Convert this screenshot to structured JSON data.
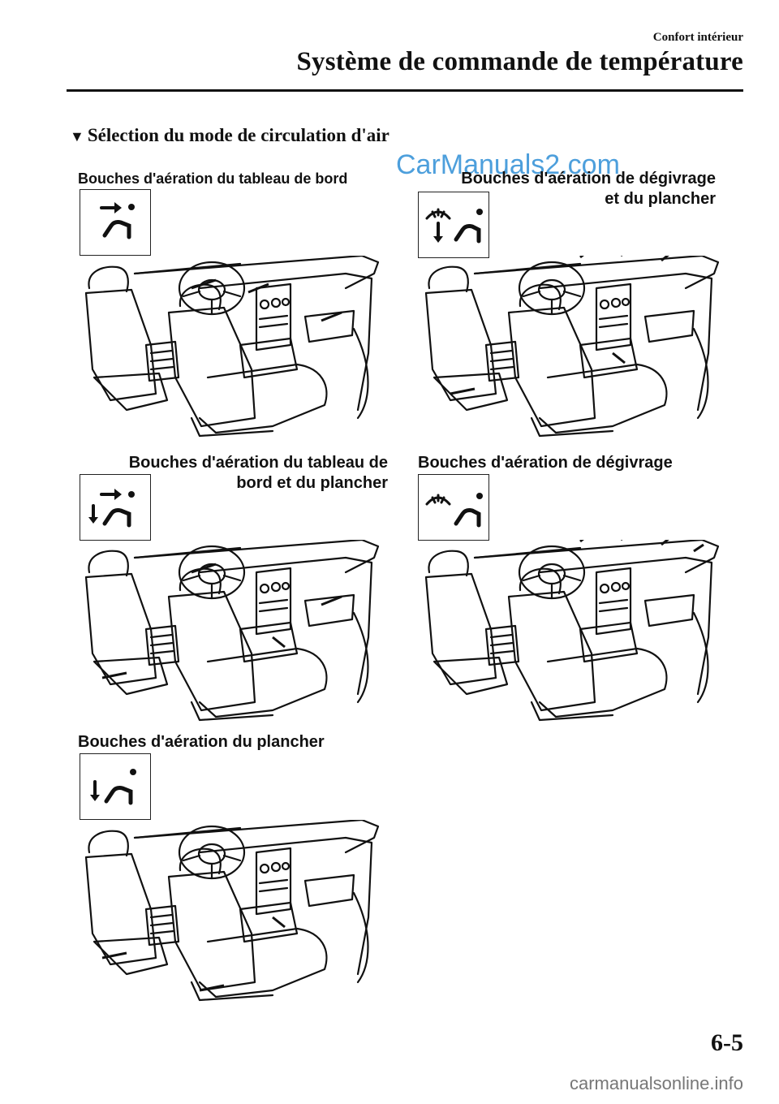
{
  "header": {
    "section": "Confort intérieur",
    "title": "Système de commande de température"
  },
  "heading": {
    "marker": "▼",
    "text": "Sélection du mode de circulation d'air"
  },
  "watermark": "CarManuals2.com",
  "modes": [
    {
      "label_lines": [
        "Bouches d'aération du tableau de bord"
      ],
      "icon": "vent-face-icon"
    },
    {
      "label_lines": [
        "Bouches d'aération de dégivrage",
        "et du plancher"
      ],
      "icon": "defrost-floor-icon"
    },
    {
      "label_lines": [
        "Bouches d'aération du tableau de",
        "bord et du plancher"
      ],
      "icon": "face-floor-icon"
    },
    {
      "label_lines": [
        "Bouches d'aération de dégivrage"
      ],
      "icon": "defrost-icon"
    },
    {
      "label_lines": [
        "Bouches d'aération du plancher"
      ],
      "icon": "floor-icon"
    }
  ],
  "page_number": "6-5",
  "footer_site": "carmanualsonline.info"
}
